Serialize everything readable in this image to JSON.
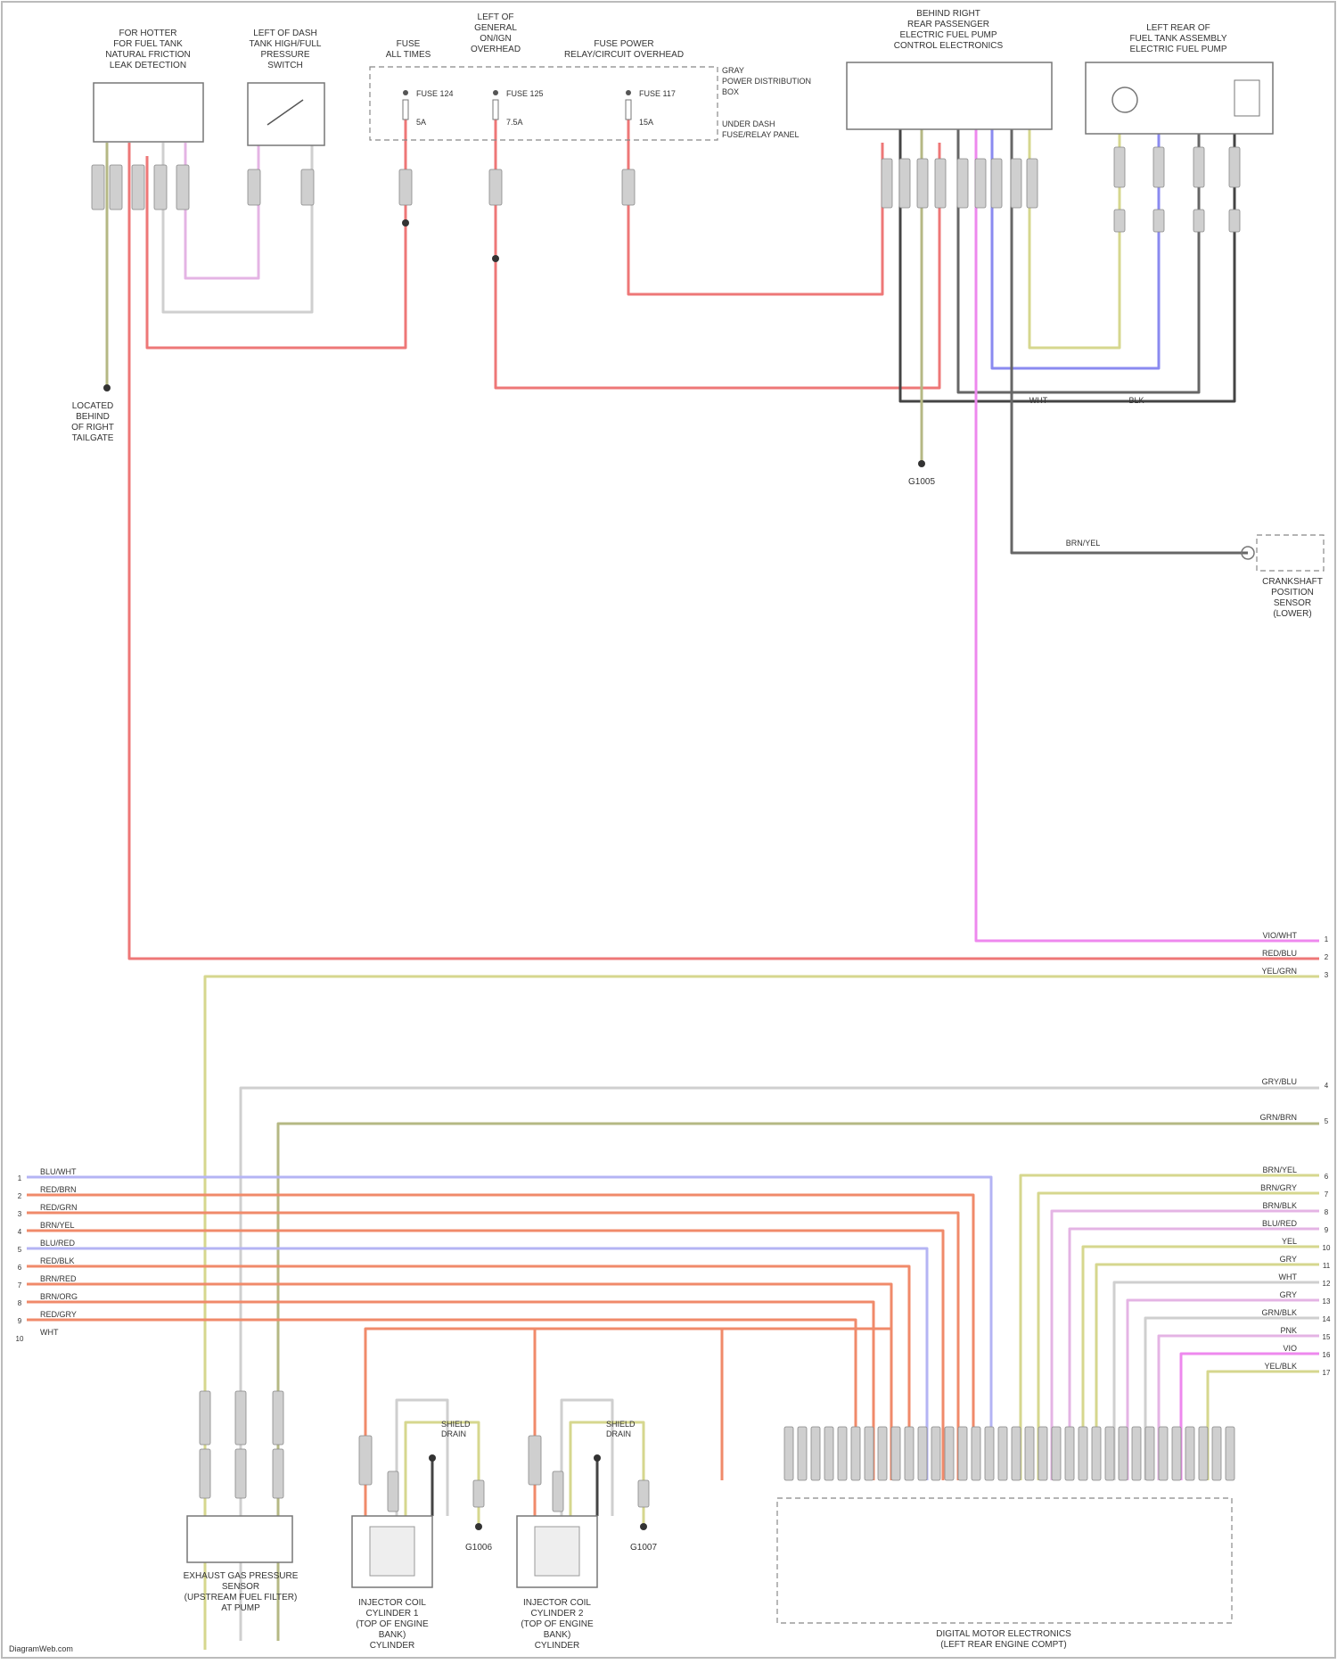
{
  "diagram": {
    "background": "#ffffff",
    "wire_colors": {
      "RED": "#ee7777",
      "REDW": "#f08a6a",
      "GRN": "#b5b884",
      "YEL": "#d6d78e",
      "GRY": "#cfcfcf",
      "DKGRY": "#666666",
      "BLK": "#444444",
      "PNK": "#ee88ee",
      "LPNK": "#e4b4e4",
      "BLU": "#8a8af0",
      "LBLU": "#b4b4f4",
      "WHT": "#dddddd",
      "BRN": "#c88a6a"
    },
    "components": {
      "fuel_sensor": [
        "FOR HOTTER",
        "FOR FUEL TANK",
        "NATURAL FRICTION",
        "LEAK DETECTION"
      ],
      "pressure_switch": [
        "LEFT OF DASH",
        "TANK HIGH/FULL",
        "PRESSURE",
        "SWITCH"
      ],
      "fuse_left": [
        "FUSE",
        "ALL TIMES"
      ],
      "fuse_mid": [
        "LEFT OF",
        "GENERAL",
        "ON/IGN",
        "OVERHEAD"
      ],
      "fuse_right": [
        "FUSE POWER",
        "RELAY/CIRCUIT OVERHEAD"
      ],
      "relay_module": [
        "BEHIND RIGHT",
        "REAR PASSENGER",
        "ELECTRIC FUEL PUMP",
        "CONTROL ELECTRONICS"
      ],
      "pump_module": [
        "LEFT REAR OF",
        "FUEL TANK ASSEMBLY",
        "ELECTRIC FUEL PUMP"
      ],
      "fuse_info_top": [
        "GRAY",
        "POWER DISTRIBUTION",
        "BOX"
      ],
      "fuse_info_bottom": [
        "UNDER DASH",
        "FUSE/RELAY PANEL"
      ],
      "ground_left": [
        "LOCATED",
        "BEHIND",
        "OF RIGHT",
        "TAILGATE"
      ],
      "ground_mid": [
        "G1005"
      ],
      "crank_sensor": [
        "CRANKSHAFT",
        "POSITION",
        "SENSOR",
        "(LOWER)"
      ],
      "exhaust_sensor": [
        "EXHAUST GAS PRESSURE",
        "SENSOR",
        "(UPSTREAM FUEL FILTER)",
        "AT PUMP"
      ],
      "injector1": [
        "INJECTOR COIL",
        "CYLINDER 1",
        "(TOP OF ENGINE",
        "BANK)",
        "CYLINDER"
      ],
      "injector2": [
        "INJECTOR COIL",
        "CYLINDER 2",
        "(TOP OF ENGINE",
        "BANK)",
        "CYLINDER"
      ],
      "ecm": [
        "DIGITAL MOTOR ELECTRONICS",
        "(LEFT REAR ENGINE COMPT)"
      ],
      "ground_inj1": [
        "G1006"
      ],
      "ground_inj2": [
        "G1007"
      ],
      "splice_label": [
        "SHIELD",
        "DRAIN"
      ]
    },
    "fuse_labels": [
      "FUSE 124",
      "FUSE 125",
      "FUSE 117"
    ],
    "fuse_amps": [
      "5A",
      "7.5A",
      "15A"
    ],
    "pump_wire_labels": [
      "WHT",
      "BLK"
    ],
    "crank_wire_label": "BRN/YEL",
    "right_labels_a": [
      "VIO/WHT",
      "RED/BLU",
      "YEL/GRN"
    ],
    "right_labels_b": [
      "GRY/BLU",
      "GRN/BRN"
    ],
    "right_pins_a": [
      "1",
      "2",
      "3"
    ],
    "right_pins_b": [
      "4",
      "5"
    ],
    "left_bus_labels": [
      "BLU/WHT",
      "RED/BRN",
      "RED/GRN",
      "BRN/YEL",
      "BLU/RED",
      "RED/BLK",
      "BRN/RED",
      "BRN/ORG",
      "RED/GRY",
      "WHT"
    ],
    "left_bus_pins": [
      "1",
      "2",
      "3",
      "4",
      "5",
      "6",
      "7",
      "8",
      "9",
      "10"
    ],
    "right_bus_labels": [
      "BRN/YEL",
      "BRN/GRY",
      "BRN/BLK",
      "BLU/RED",
      "YEL",
      "GRY",
      "WHT",
      "GRY",
      "GRN/BLK",
      "PNK",
      "VIO",
      "YEL/BLK"
    ],
    "right_bus_pins": [
      "6",
      "7",
      "8",
      "9",
      "10",
      "11",
      "12",
      "13",
      "14",
      "15",
      "16",
      "17"
    ],
    "footer": "DiagramWeb.com"
  }
}
